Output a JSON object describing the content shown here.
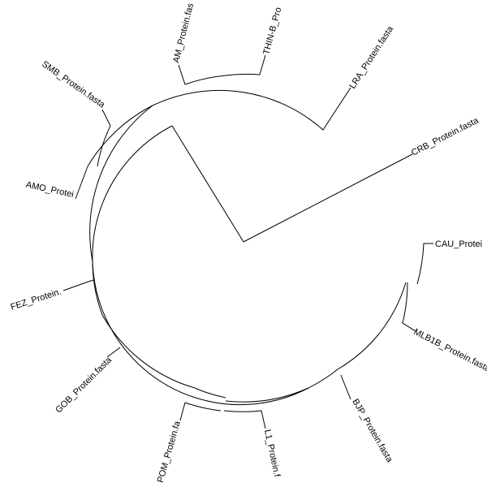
{
  "tree": {
    "leaves": {
      "crb": "CRB_Protein.fasta",
      "lra": "LRA_Protein.fasta",
      "thin_b": "THIN-B_Pro",
      "am": "AM_Protein.fas",
      "smb": "SMB_Protein.fasta",
      "amo": "AMO_Protei",
      "fez": "FEZ_Protein.",
      "gob": "GOB_Protein.fasta",
      "pom": "POM_Protein.fa",
      "l1": "L1_Protein.f",
      "bjp": "BJP_Protein.fasta",
      "mlb1b": "MLB1B_Protein.fasta",
      "cau": "CAU_Protei"
    }
  }
}
